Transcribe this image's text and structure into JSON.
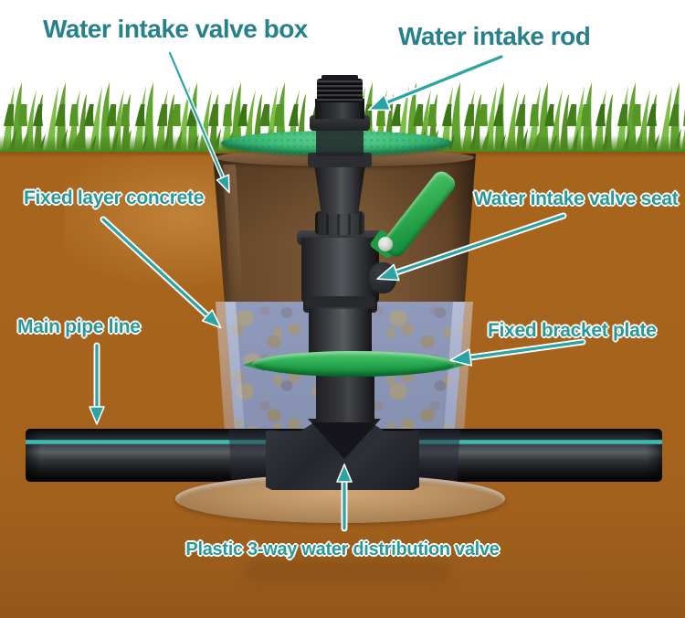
{
  "diagram": {
    "labels": {
      "valve_box": "Water intake valve box",
      "intake_rod": "Water intake rod",
      "concrete": "Fixed layer concrete",
      "valve_seat": "Water intake valve seat",
      "main_pipe": "Main pipe line",
      "bracket_plate": "Fixed bracket plate",
      "distribution_valve": "Plastic 3-way water distribution valve"
    }
  },
  "colors": {
    "title_teal": "#27818a",
    "label_teal": "#2b9898",
    "arrow_teal": "#2aa3a3",
    "soil_brown": "#a6641d",
    "lid_green": "#3dbb78",
    "plate_green": "#2bad53",
    "lever_green": "#27a349",
    "pipe_stripe_teal": "#45c2ba"
  }
}
